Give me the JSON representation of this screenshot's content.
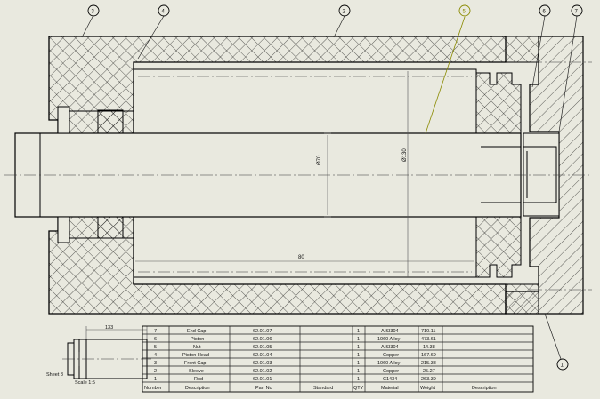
{
  "balloons": [
    {
      "label": "3",
      "color": "#000000"
    },
    {
      "label": "4",
      "color": "#000000"
    },
    {
      "label": "2",
      "color": "#000000"
    },
    {
      "label": "5",
      "color": "#8a8a00"
    },
    {
      "label": "6",
      "color": "#000000"
    },
    {
      "label": "7",
      "color": "#000000"
    },
    {
      "label": "1",
      "color": "#000000"
    }
  ],
  "dimensions": {
    "rod_diameter": "Ø70",
    "piston_diameter": "Ø130",
    "stroke_length": "80",
    "side_view_length": "133"
  },
  "side_view": {
    "sheet_label": "Sheet 8",
    "scale_label": "Scale 1:5"
  },
  "bom": {
    "headers": [
      "Number",
      "Description",
      "Part No",
      "Standard",
      "QTY",
      "Material",
      "Weight",
      "Description"
    ],
    "rows": [
      [
        "7",
        "End Cap",
        "62.01.07",
        "",
        "1",
        "AISI304",
        "710.11",
        ""
      ],
      [
        "6",
        "Piston",
        "62.01.06",
        "",
        "1",
        "1060 Alloy",
        "473.61",
        ""
      ],
      [
        "5",
        "Nut",
        "62.01.05",
        "",
        "1",
        "AISI304",
        "14.38",
        ""
      ],
      [
        "4",
        "Piston Head",
        "62.01.04",
        "",
        "1",
        "Copper",
        "167.69",
        ""
      ],
      [
        "3",
        "Front Cap",
        "62.01.03",
        "",
        "1",
        "1060 Alloy",
        "215.38",
        ""
      ],
      [
        "2",
        "Sleeve",
        "62.01.02",
        "",
        "1",
        "Copper",
        "25.27",
        ""
      ],
      [
        "1",
        "Rod",
        "62.01.01",
        "",
        "1",
        "C1434",
        "263.39",
        ""
      ]
    ]
  },
  "colors": {
    "background": "#e9e9df",
    "line": "#000000",
    "leader_highlight": "#8a8a00"
  }
}
